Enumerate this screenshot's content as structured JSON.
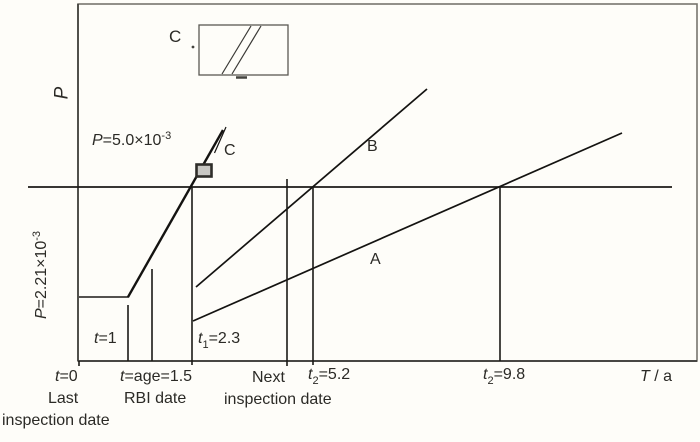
{
  "chart_data": {
    "type": "line",
    "title": "",
    "xlabel": "T / a",
    "ylabel": "P",
    "threshold": {
      "P": 0.005,
      "label": "P=5.0×10⁻³"
    },
    "initial_probability": {
      "P": 0.00221,
      "label": "P=2.21×10⁻³"
    },
    "x_ticks": [
      {
        "t": 0,
        "label": "t=0",
        "sublabel": "Last inspection date"
      },
      {
        "t": 1,
        "label": "t=1"
      },
      {
        "t": 1.5,
        "label": "t=age=1.5",
        "sublabel": "RBI date"
      },
      {
        "t": 2.3,
        "label": "t1=2.3"
      },
      {
        "t": null,
        "label": "Next inspection date"
      },
      {
        "t": 5.2,
        "label": "t2=5.2"
      },
      {
        "t": 9.8,
        "label": "t2=9.8"
      }
    ],
    "series": [
      {
        "name": "C",
        "description": "steep growth starting from P=2.21×10⁻³ at t=1, crosses threshold P=5.0×10⁻³ at t1=2.3"
      },
      {
        "name": "B",
        "description": "medium growth from t1=2.3, crosses threshold at t2=5.2"
      },
      {
        "name": "A",
        "description": "slow growth from t1=2.3, crosses threshold at t2=9.8"
      }
    ],
    "inset": {
      "label": "C",
      "description": "magnified detail of curve C showing two parallel lines"
    },
    "legend_position": "inline-labels",
    "grid": false
  },
  "fig": {
    "y_axis_label": "P",
    "x_axis_label": {
      "var": "T",
      "rest": " / a"
    },
    "upper_p": {
      "var": "P",
      "mid": "=5.0×10",
      "sup": "-3"
    },
    "lower_p": {
      "var": "P",
      "mid": "=2.21×10",
      "sup": "-3"
    },
    "curve_a": "A",
    "curve_b": "B",
    "curve_c": "C",
    "inset_label": "C",
    "t_equals_1": {
      "var": "t",
      "rest": "=1"
    },
    "t1_cross": {
      "var": "t",
      "sub": "1",
      "rest": "=2.3"
    },
    "ticks": {
      "t0": {
        "var": "t",
        "rest": "=0"
      },
      "tage": {
        "var": "t",
        "rest": "=age=1.5"
      },
      "next": "Next",
      "t52": {
        "var": "t",
        "sub": "2",
        "rest": "=5.2"
      },
      "t98": {
        "var": "t",
        "sub": "2",
        "rest": "=9.8"
      }
    },
    "sub_labels": {
      "last": "Last",
      "last_line2": "inspection date",
      "rbi": "RBI date",
      "next_line2": "inspection date"
    },
    "colors": {
      "line": "#1b1a17",
      "box_border": "#77766f",
      "marker_fill": "#c8c7c3",
      "background": "#fefdf9"
    }
  }
}
